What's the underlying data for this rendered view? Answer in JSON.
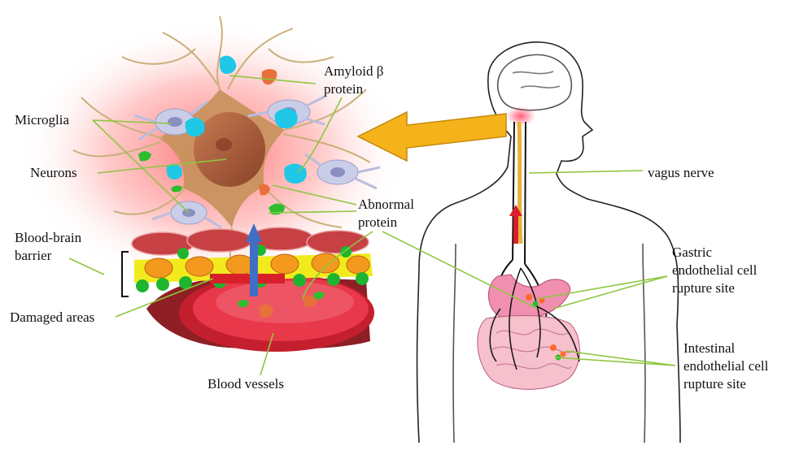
{
  "labels": {
    "amyloid_line1": "Amyloid β",
    "amyloid_line2": "protein",
    "microglia": "Microglia",
    "neurons": "Neurons",
    "abnormal_line1": "Abnormal",
    "abnormal_line2": "protein",
    "bbb_line1": "Blood-brain",
    "bbb_line2": "barrier",
    "damaged_areas": "Damaged areas",
    "blood_vessels": "Blood vessels",
    "vagus_nerve": "vagus nerve",
    "gastric_line1": "Gastric",
    "gastric_line2": "endothelial cell",
    "gastric_line3": "rupture site",
    "intestinal_line1": "Intestinal",
    "intestinal_line2": "endothelial cell",
    "intestinal_line3": "rupture site"
  },
  "colors": {
    "leader_line": "#8dc63f",
    "neuron_body": "#b5683f",
    "microglia": "#c9cde8",
    "amyloid": "#1ec8e6",
    "abnormal_protein": "#2ebd2e",
    "brain_arrow": "#f5b21a",
    "blue_arrow": "#3f6fc4",
    "red_marker": "#d9202a",
    "vessel": "#e8384a",
    "bbb_yellow": "#f2ea1c",
    "gut_pink": "#f2b6c4"
  }
}
